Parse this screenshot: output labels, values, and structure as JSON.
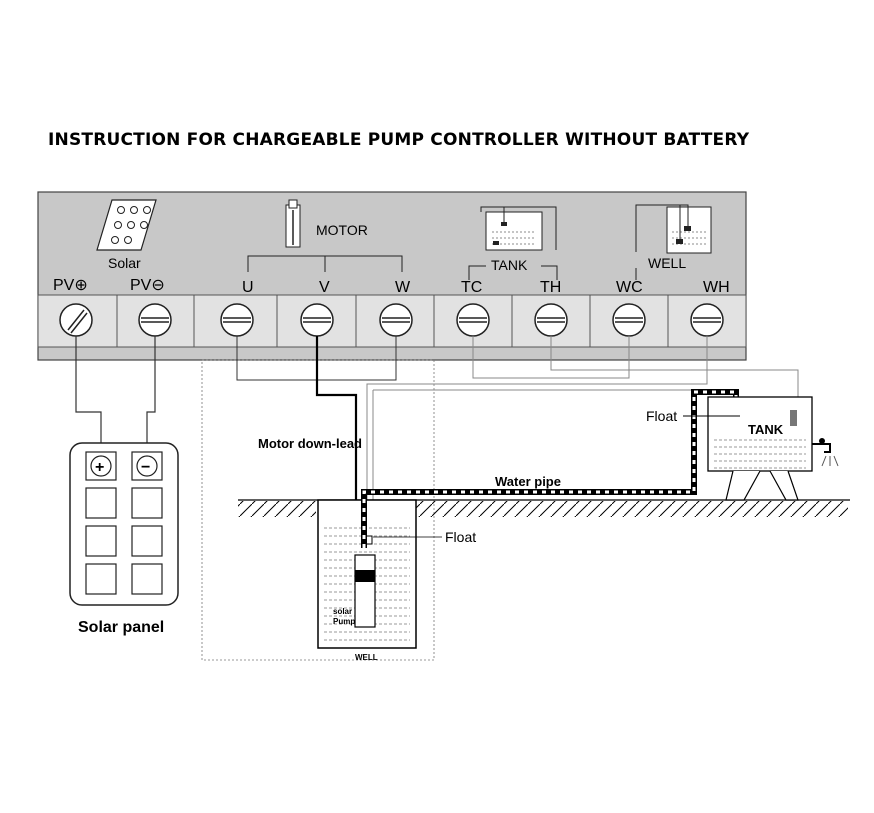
{
  "title": "INSTRUCTION FOR CHARGEABLE PUMP CONTROLLER WITHOUT BATTERY",
  "panel": {
    "solar_label": "Solar",
    "motor_label": "MOTOR",
    "tank_label": "TANK",
    "well_label": "WELL"
  },
  "terminals": [
    {
      "id": "pv-plus",
      "label": "PV⊕"
    },
    {
      "id": "pv-minus",
      "label": "PV⊖"
    },
    {
      "id": "u",
      "label": "U"
    },
    {
      "id": "v",
      "label": "V"
    },
    {
      "id": "w",
      "label": "W"
    },
    {
      "id": "tc",
      "label": "TC"
    },
    {
      "id": "th",
      "label": "TH"
    },
    {
      "id": "wc",
      "label": "WC"
    },
    {
      "id": "wh",
      "label": "WH"
    }
  ],
  "solar_panel": {
    "plus": "+",
    "minus": "−",
    "caption": "Solar panel"
  },
  "labels": {
    "motor_down_lead": "Motor down-lead",
    "water_pipe": "Water pipe",
    "float_tank": "Float",
    "float_well": "Float",
    "tank": "TANK",
    "well_bottom": "WELL",
    "pump_line1": "solar",
    "pump_line2": "Pump"
  }
}
